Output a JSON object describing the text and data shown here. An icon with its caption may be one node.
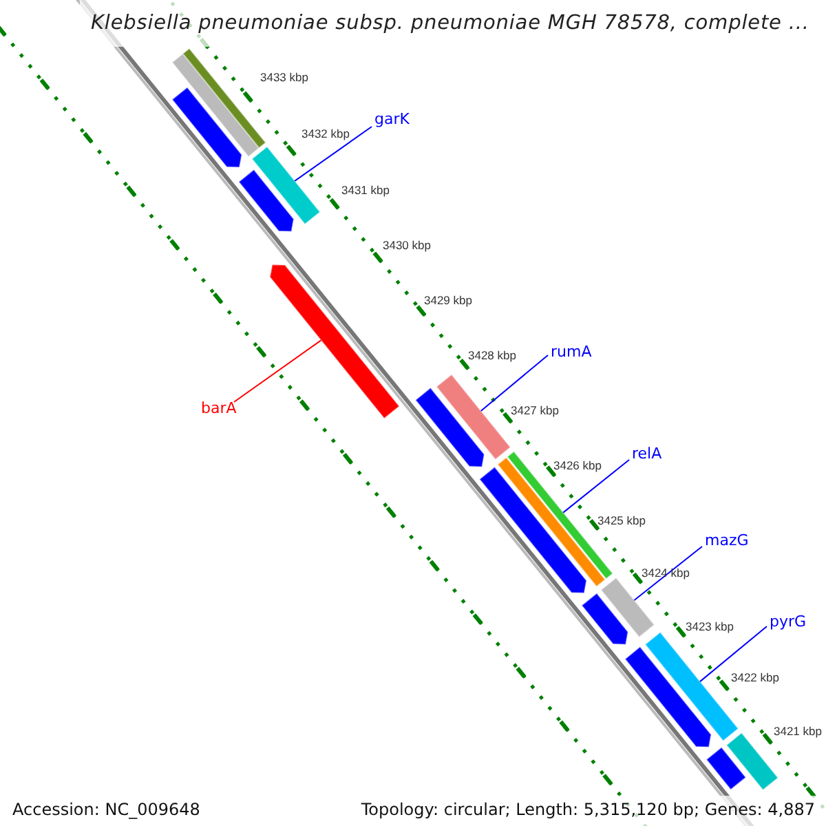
{
  "diagram": {
    "title": "Klebsiella pneumoniae subsp. pneumoniae MGH 78578, complete ...",
    "nodes": [
      {
        "text": [
          "garK"
        ]
      },
      {
        "text": [],
        "shape": "bar"
      },
      {
        "text": [
          "barA"
        ]
      },
      {
        "text": [],
        "shape": "bar"
      },
      {
        "text": [
          "rumA"
        ]
      },
      {
        "text": [],
        "shape": "bar"
      },
      {
        "text": [
          "relA"
        ]
      },
      {
        "text": [],
        "shape": "bar"
      },
      {
        "text": [
          "mazG"
        ]
      },
      {
        "text": [],
        "shape": "bar"
      },
      {
        "text": [
          "pyrG"
        ]
      },
      {
        "text": [],
        "shape": "bar"
      },
      {
        "text": [],
        "shape": "bar"
      },
      {
        "text": [],
        "shape": "bar"
      },
      {
        "text": [],
        "shape": "bar"
      },
      {
        "text": [],
        "shape": "bar"
      },
      {
        "text": [],
        "shape": "bar"
      },
      {
        "text": [],
        "shape": "bar"
      },
      {
        "text": [],
        "shape": "bar"
      },
      {
        "text": [],
        "shape": "bar"
      },
      {
        "text": [],
        "shape": "bar"
      },
      {
        "text": [],
        "shape": "bar"
      },
      {
        "text": [],
        "shape": "bar"
      }
    ],
    "edges": [
      {
        "from": 0,
        "to": 1,
        "arrow": "none"
      },
      {
        "from": 2,
        "to": 3,
        "arrow": "none",
        "color": "#ff0000"
      },
      {
        "from": 4,
        "to": 5,
        "arrow": "none"
      },
      {
        "from": 6,
        "to": 7,
        "arrow": "none"
      },
      {
        "from": 8,
        "to": 9,
        "arrow": "none"
      },
      {
        "from": 10,
        "to": 11,
        "arrow": "none"
      }
    ],
    "labels": [
      "3433 kbp",
      "3432 kbp",
      "3431 kbp",
      "3430 kbp",
      "3429 kbp",
      "3428 kbp",
      "3427 kbp",
      "3426 kbp",
      "3425 kbp",
      "3424 kbp",
      "3423 kbp",
      "3422 kbp",
      "3421 kbp",
      "Accession: NC_009648",
      "Topology: circular; Length: 5,315,120 bp; Genes: 4,887"
    ]
  }
}
